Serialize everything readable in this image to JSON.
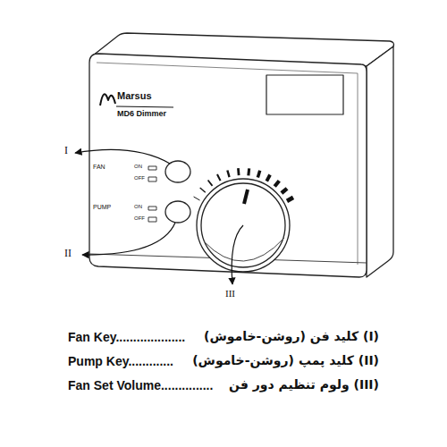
{
  "diagram": {
    "labels": [
      "Marsus",
      "MD6 Dimmer",
      "FAN",
      "ON",
      "OFF",
      "PUMP",
      "ON",
      "OFF",
      "I",
      "II",
      "III",
      "Fan Key....................",
      "(I) کلید فن (روشن-خاموش)",
      "Pump Key.............",
      "(II) کلید پمپ (روشن-خاموش)",
      "Fan Set Volume...............",
      "(III) ولوم تنظیم دور فن"
    ]
  }
}
